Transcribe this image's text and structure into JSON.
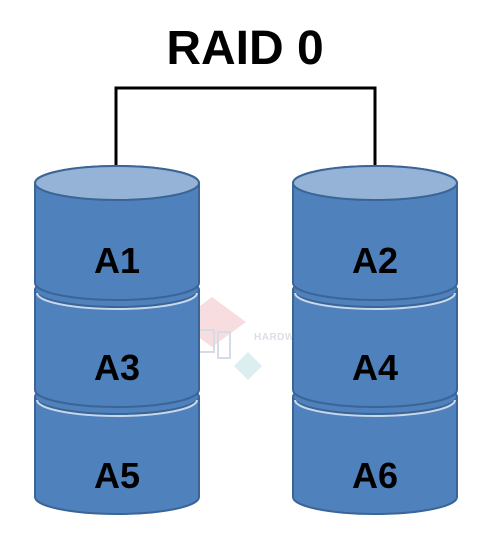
{
  "title": "RAID 0",
  "watermark": {
    "text": "HARDWARESFERA"
  },
  "colors": {
    "disk_body": "#4f81bd",
    "disk_top": "#95b3d7",
    "disk_outline": "#3a6596",
    "connector": "#000000"
  },
  "disks": [
    {
      "name": "disk-1",
      "blocks": [
        "A1",
        "A3",
        "A5"
      ]
    },
    {
      "name": "disk-2",
      "blocks": [
        "A2",
        "A4",
        "A6"
      ]
    }
  ]
}
